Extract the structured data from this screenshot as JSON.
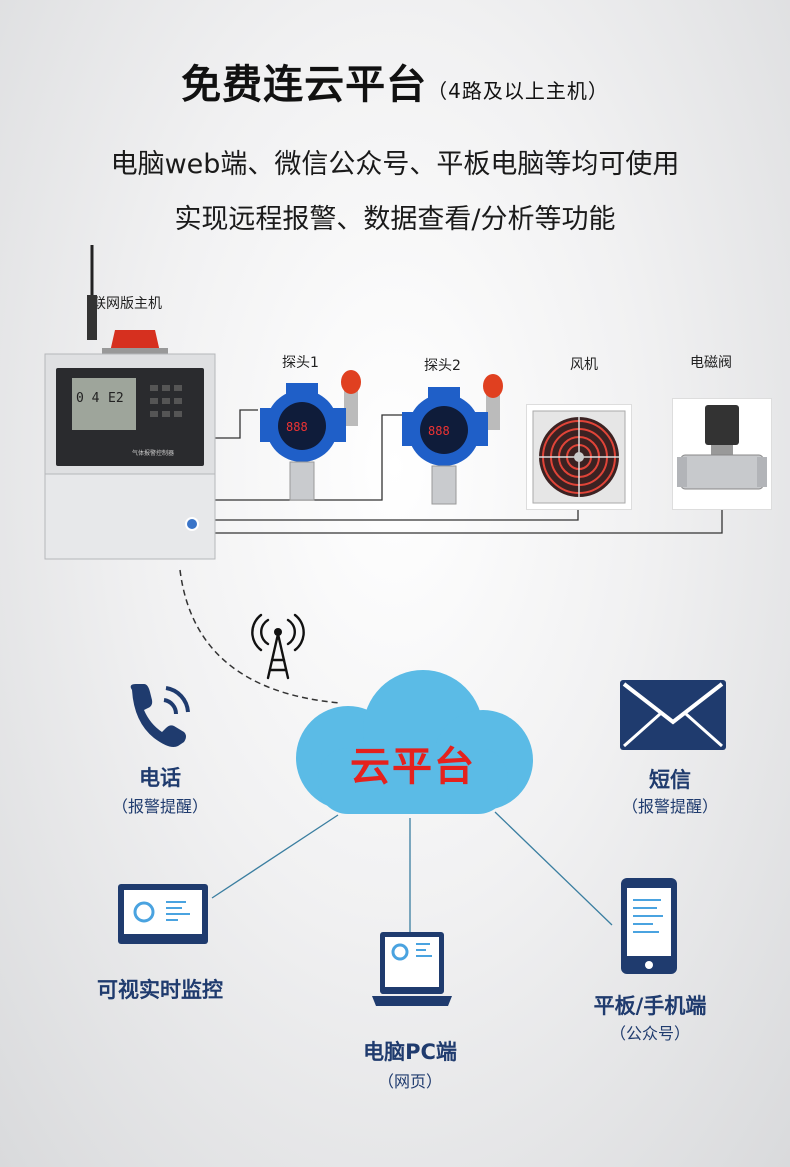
{
  "header": {
    "title": "免费连云平台",
    "title_note": "（4路及以上主机）",
    "line1": "电脑web端、微信公众号、平板电脑等均可使用",
    "line2": "实现远程报警、数据查看/分析等功能"
  },
  "devices": {
    "host_label": "联网版主机",
    "host_panel_text": "气体报警控制器",
    "host_display": [
      "0 4",
      "E2"
    ],
    "probe1_label": "探头1",
    "probe2_label": "探头2",
    "fan_label": "风机",
    "valve_label": "电磁阀"
  },
  "cloud": {
    "label": "云平台"
  },
  "endpoints": {
    "phone": {
      "label": "电话",
      "sub": "（报警提醒）"
    },
    "sms": {
      "label": "短信",
      "sub": "（报警提醒）"
    },
    "monitor": {
      "label": "可视实时监控"
    },
    "pc": {
      "label": "电脑PC端",
      "sub": "（网页）"
    },
    "mobile": {
      "label": "平板/手机端",
      "sub": "（公众号）"
    }
  },
  "colors": {
    "device_blue": "#1f5fc8",
    "cloud_blue": "#5bbbe6",
    "alarm_red": "#e5211d",
    "label_navy": "#1f3b6e"
  }
}
